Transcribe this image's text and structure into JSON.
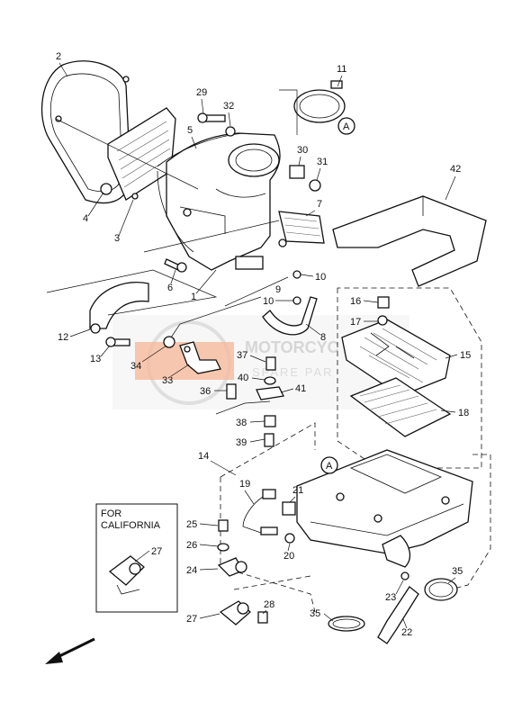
{
  "watermark": {
    "line1": "MOTORCYC",
    "line2": "SPARE PAR",
    "logo": "MSP",
    "accent": "#f2a27a"
  },
  "inset": {
    "line1": "FOR",
    "line2": "CALIFORNIA",
    "part": "27"
  },
  "callouts": {
    "p1": "1",
    "p2": "2",
    "p3": "3",
    "p4": "4",
    "p5": "5",
    "p6": "6",
    "p7": "7",
    "p8": "8",
    "p9": "9",
    "p10a": "10",
    "p10b": "10",
    "p11": "11",
    "p12": "12",
    "p13": "13",
    "p14": "14",
    "p15": "15",
    "p16": "16",
    "p17": "17",
    "p18": "18",
    "p19": "19",
    "p20": "20",
    "p21": "21",
    "p22": "22",
    "p23": "23",
    "p24": "24",
    "p25": "25",
    "p26": "26",
    "p27": "27",
    "p28": "28",
    "p29": "29",
    "p30": "30",
    "p31": "31",
    "p32": "32",
    "p33": "33",
    "p34": "34",
    "p35a": "35",
    "p35b": "35",
    "p36": "36",
    "p37": "37",
    "p38": "38",
    "p39": "39",
    "p40": "40",
    "p41": "41",
    "p42": "42"
  },
  "markers": {
    "a1": "A",
    "a2": "A"
  },
  "front_arrow": "arrow-icon"
}
